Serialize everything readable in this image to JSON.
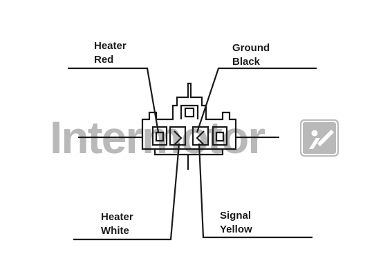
{
  "watermark": {
    "text": "Intermotor",
    "color": "#b9b9b9"
  },
  "wires": [
    {
      "name": "Heater",
      "color": "Red"
    },
    {
      "name": "Ground",
      "color": "Black"
    },
    {
      "name": "Heater",
      "color": "White"
    },
    {
      "name": "Signal",
      "color": "Yellow"
    }
  ],
  "colors": {
    "line": "#1a1a1a",
    "watermark": "#b9b9b9"
  }
}
